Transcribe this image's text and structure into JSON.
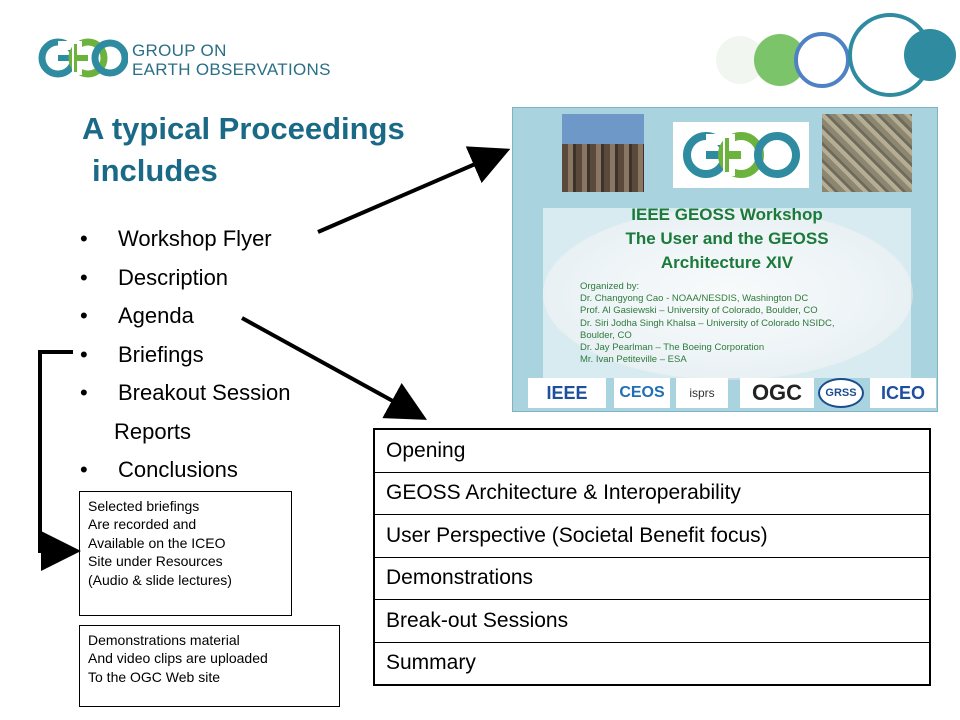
{
  "header": {
    "org_line1": "GROUP ON",
    "org_line2": "EARTH OBSERVATIONS",
    "logo": "GEO"
  },
  "title": {
    "line1": "A typical Proceedings",
    "line2": "includes"
  },
  "bullets": [
    {
      "text": "Workshop Flyer"
    },
    {
      "text": "Description"
    },
    {
      "text": "Agenda"
    },
    {
      "text": "Briefings"
    },
    {
      "text": "Breakout Session"
    },
    {
      "text": "Reports",
      "continuation": true
    },
    {
      "text": "Conclusions"
    }
  ],
  "flyer": {
    "logo": "GEO",
    "title_line1": "IEEE GEOSS Workshop",
    "title_line2": "The User and the GEOSS",
    "title_line3": "Architecture XIV",
    "organized": [
      "Organized by:",
      "Dr. Changyong Cao  - NOAA/NESDIS, Washington DC",
      "Prof. Al Gasiewski – University of Colorado, Boulder, CO",
      "Dr. Siri Jodha Singh Khalsa – University of Colorado NSIDC,",
      "Boulder, CO",
      "Dr. Jay Pearlman – The Boeing Corporation",
      "Mr. Ivan Petiteville – ESA"
    ],
    "partner_logos": [
      "IEEE",
      "CEOS",
      "isprs",
      "OGC",
      "GRSS",
      "ICEO"
    ]
  },
  "agenda": [
    "Opening",
    "GEOSS Architecture & Interoperability",
    "User Perspective (Societal Benefit focus)",
    "Demonstrations",
    "Break-out Sessions",
    "Summary"
  ],
  "notes": {
    "briefings": [
      "Selected briefings",
      "Are recorded and",
      "Available on the ICEO",
      "Site under Resources",
      "(Audio & slide lectures)"
    ],
    "demonstrations": [
      "Demonstrations material",
      "And video clips are uploaded",
      "To the OGC Web site"
    ]
  },
  "colors": {
    "title": "#1a6a87",
    "org_text": "#2a6f86",
    "flyer_bg": "#a9d3df",
    "flyer_text": "#1b7a3a"
  }
}
